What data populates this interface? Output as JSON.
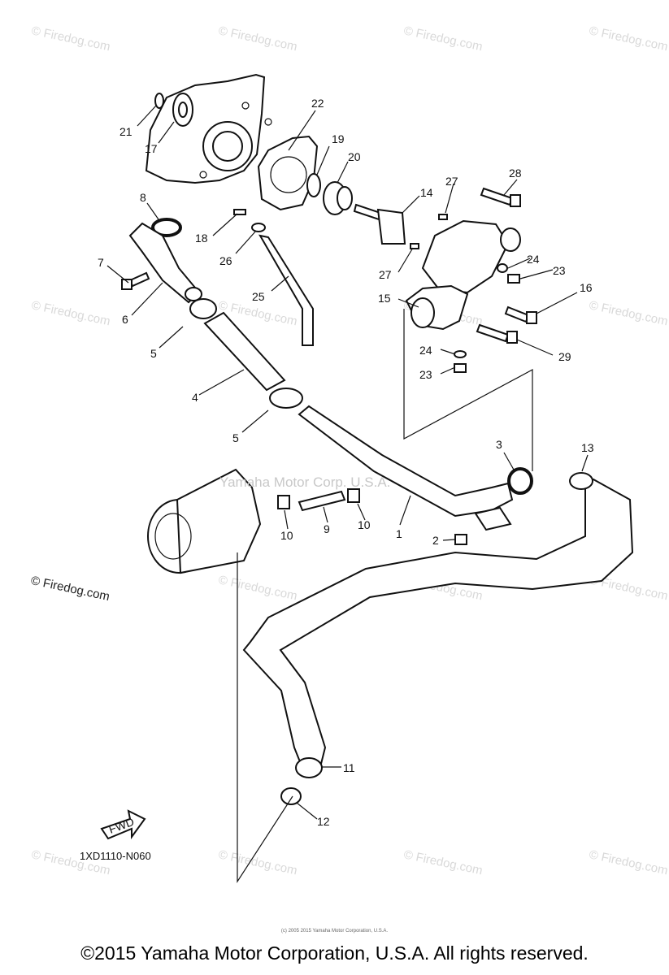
{
  "watermark": {
    "text": "© Firedog.com",
    "big_text": "© Firedog.com",
    "center_text": "Yamaha Motor Corp. U.S.A."
  },
  "diagram_code": "1XD1110-N060",
  "fwd_label": "FWD",
  "tiny_copyright": "(c) 2005 2015 Yamaha Motor Corporation, U.S.A.",
  "copyright": "©2015 Yamaha Motor Corporation, U.S.A. All rights reserved.",
  "callouts": [
    "1",
    "2",
    "3",
    "4",
    "5",
    "5",
    "6",
    "7",
    "8",
    "9",
    "10",
    "10",
    "11",
    "12",
    "13",
    "14",
    "15",
    "16",
    "17",
    "18",
    "19",
    "20",
    "21",
    "22",
    "23",
    "23",
    "24",
    "24",
    "25",
    "26",
    "27",
    "27",
    "28",
    "29"
  ],
  "colors": {
    "ink": "#111111",
    "watermark": "#d9d9d9"
  }
}
